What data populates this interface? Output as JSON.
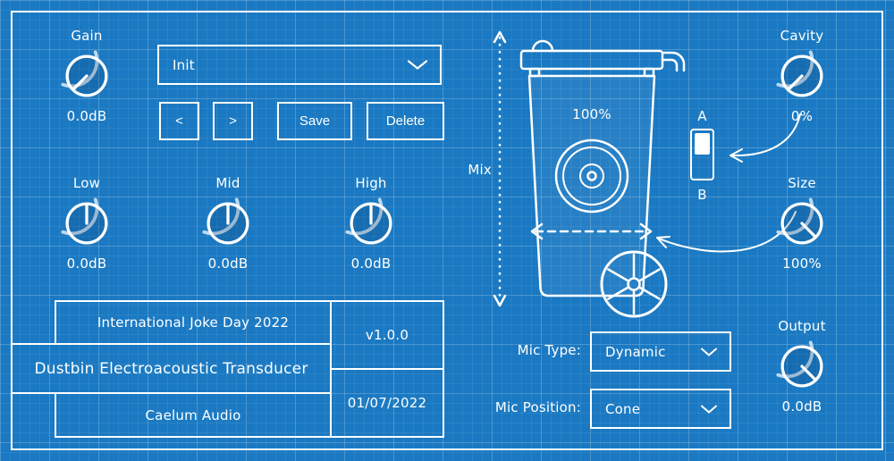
{
  "colors": {
    "background": "#1a79c2",
    "line": "#ffffff",
    "knob_highlight": "#cfe2f3"
  },
  "gain": {
    "label": "Gain",
    "value": "0.0dB",
    "angle": 225
  },
  "preset": {
    "name": "Init",
    "prev_label": "<",
    "next_label": ">",
    "save_label": "Save",
    "delete_label": "Delete"
  },
  "eq": {
    "low": {
      "label": "Low",
      "value": "0.0dB",
      "angle": 0
    },
    "mid": {
      "label": "Mid",
      "value": "0.0dB",
      "angle": 0
    },
    "high": {
      "label": "High",
      "value": "0.0dB",
      "angle": 0
    }
  },
  "info": {
    "event": "International Joke Day 2022",
    "product": "Dustbin Electroacoustic Transducer",
    "company": "Caelum Audio",
    "version": "v1.0.0",
    "date": "01/07/2022"
  },
  "bin": {
    "mix_label": "Mix",
    "mix_value": "100%"
  },
  "ab_switch": {
    "top_label": "A",
    "bottom_label": "B",
    "selected": "A"
  },
  "cavity": {
    "label": "Cavity",
    "value": "0%",
    "angle": 225
  },
  "size": {
    "label": "Size",
    "value": "100%",
    "angle": 135
  },
  "output": {
    "label": "Output",
    "value": "0.0dB",
    "angle": 135
  },
  "mic": {
    "type_label": "Mic Type:",
    "type_value": "Dynamic",
    "position_label": "Mic Position:",
    "position_value": "Cone"
  }
}
